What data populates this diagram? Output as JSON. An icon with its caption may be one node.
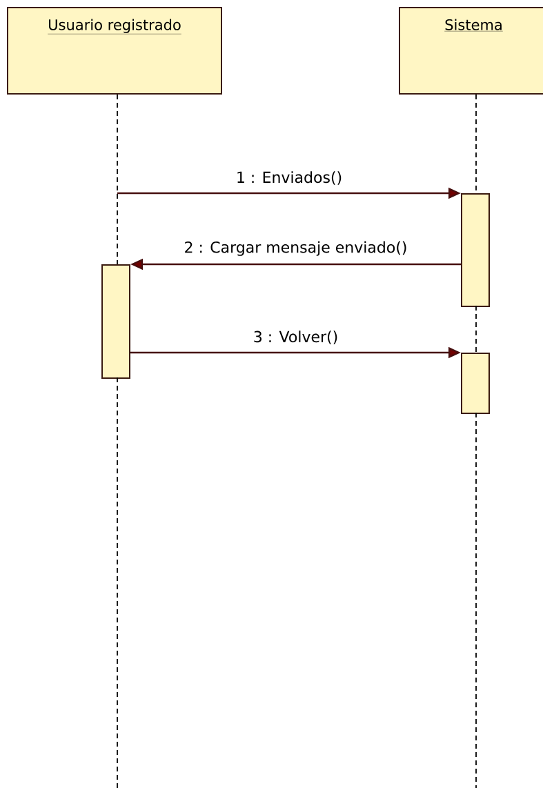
{
  "diagram": {
    "nodes": [
      {
        "text": [
          "Usuario registrado"
        ]
      },
      {
        "text": [
          "Sistema"
        ]
      },
      {
        "text": [],
        "shape": "bar"
      },
      {
        "text": [],
        "shape": "bar"
      },
      {
        "text": [],
        "shape": "bar"
      }
    ],
    "edges": [
      {
        "from": 0,
        "to": null,
        "arrow": "none",
        "style": "dashed",
        "color": "#000000"
      },
      {
        "from": 1,
        "to": null,
        "arrow": "none",
        "style": "dashed",
        "color": "#000000"
      },
      {
        "from": null,
        "to": 2,
        "arrow": "to",
        "label": "1 : Enviados()"
      },
      {
        "from": 2,
        "to": 3,
        "arrow": "to",
        "label": "2 : Cargar mensaje enviado()"
      },
      {
        "from": 3,
        "to": 4,
        "arrow": "to",
        "label": "3 : Volver()"
      }
    ]
  }
}
